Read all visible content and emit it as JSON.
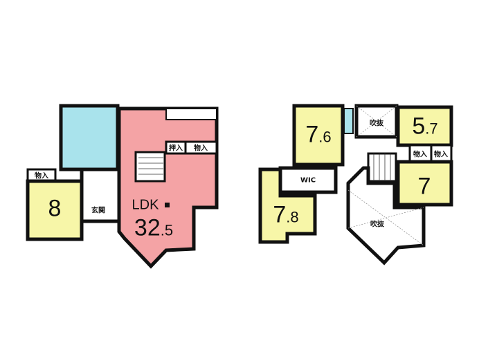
{
  "colors": {
    "ldk": "#f4a3a5",
    "bedroom": "#f7f6a8",
    "wet": "#a9e3ec",
    "wall": "#111111",
    "void": "#ffffff"
  },
  "first_floor": {
    "ldk": {
      "label": "LDK",
      "size_int": "32",
      "size_dec": ".5"
    },
    "bedroom": {
      "size": "8"
    },
    "storage_bedroom": "物入",
    "closet_ldk": "押入",
    "storage_ldk": "物入",
    "entrance": "玄関"
  },
  "second_floor": {
    "room_a": {
      "size_int": "7",
      "size_dec": ".6"
    },
    "room_b": {
      "size_int": "5",
      "size_dec": ".7"
    },
    "room_c": {
      "size": "7"
    },
    "room_d": {
      "size_int": "7",
      "size_dec": ".8"
    },
    "wic": "WIC",
    "void_top": "吹抜",
    "void_main": "吹抜",
    "storage_1": "物入",
    "storage_2": "物入"
  }
}
